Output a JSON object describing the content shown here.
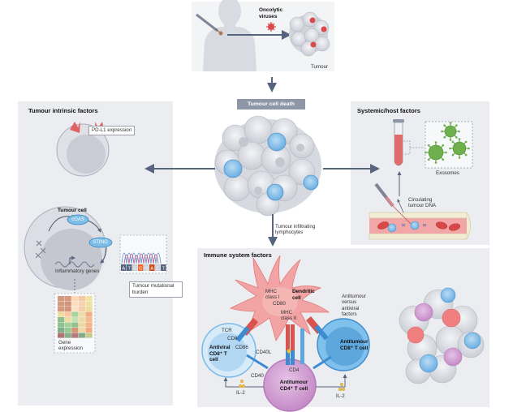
{
  "top": {
    "oncolytic_label": "Oncolytic viruses",
    "tumour_label": "Tumour"
  },
  "center": {
    "death_label": "Tumour cell death",
    "til_label": "Tumour infiltrating lymphocytes"
  },
  "left_panel": {
    "title": "Tumour intrinsic factors",
    "pdl1_label": "PD-L1 expression",
    "tumour_cell_label": "Tumour cell",
    "cgas_label": "cGAS",
    "sting_label": "STING",
    "inflammatory_label": "Inflammatory genes",
    "tmb_label": "Tumour mutational burden",
    "sequence": [
      "A",
      "T",
      "G",
      "C",
      "G",
      "A",
      "C",
      "T"
    ],
    "gene_expression_label": "Gene expression",
    "heatmap_colors": [
      [
        "#d39a80",
        "#d89a7c",
        "#fbd8b6",
        "#f6c8a2",
        "#f1e3a4"
      ],
      [
        "#d49a7d",
        "#cf9479",
        "#fcdcbd",
        "#f7d2b0",
        "#efe0a0"
      ],
      [
        "#d59a7e",
        "#d19679",
        "#fde3c6",
        "#f5cfa9",
        "#ecdc9e"
      ],
      [
        "#efdca0",
        "#f8c7a0",
        "#a7d49c",
        "#f0dba3",
        "#f2ad84"
      ],
      [
        "#8fbf8d",
        "#efdca0",
        "#c6e0b6",
        "#efd9a6",
        "#f5b98f"
      ],
      [
        "#8fc08f",
        "#a5d29b",
        "#95bf8f",
        "#eed9a3",
        "#f4b28a"
      ],
      [
        "#82af8a",
        "#9bc894",
        "#d49874",
        "#efdba4",
        "#f2a983"
      ],
      [
        "#b07272",
        "#89b08c",
        "#b67a7d",
        "#86ab8b",
        "#c8c98d"
      ]
    ]
  },
  "systemic_panel": {
    "title": "Systemic/host factors",
    "exosomes_label": "Exosomes",
    "ctdna_label": "Circulating tumour DNA"
  },
  "immune_panel": {
    "title": "Immune system factors",
    "dendritic_label": "Dendritic cell",
    "mhc1_label": "MHC class I",
    "cd80_label": "CD80",
    "mhc2_label": "MHC class II",
    "factors_label": "Antitumour versus antiviral factors",
    "tcr_label": "TCR",
    "cd8_label": "CD8",
    "cd86_label": "CD86",
    "cd40l_label": "CD40L",
    "cd40_label": "CD40",
    "cd4_label": "CD4",
    "antiviral_cell_label": "Antiviral CD8⁺ T cell",
    "antitumour_cd8_label": "Antitumour CD8⁺ T cell",
    "antitumour_cd4_label": "Antitumour CD4⁺ T cell",
    "il2_left": "IL-2",
    "il2_right": "IL-2"
  },
  "colors": {
    "panel_bg": "#ecedf1",
    "arrow": "#56647e",
    "tumour_red": "#e05a5a",
    "dc_pink": "#f2a3a3",
    "tcell_blue": "#8fc6ec",
    "cd4_purple": "#d7a6d8",
    "exosome_green": "#6fb04e"
  }
}
